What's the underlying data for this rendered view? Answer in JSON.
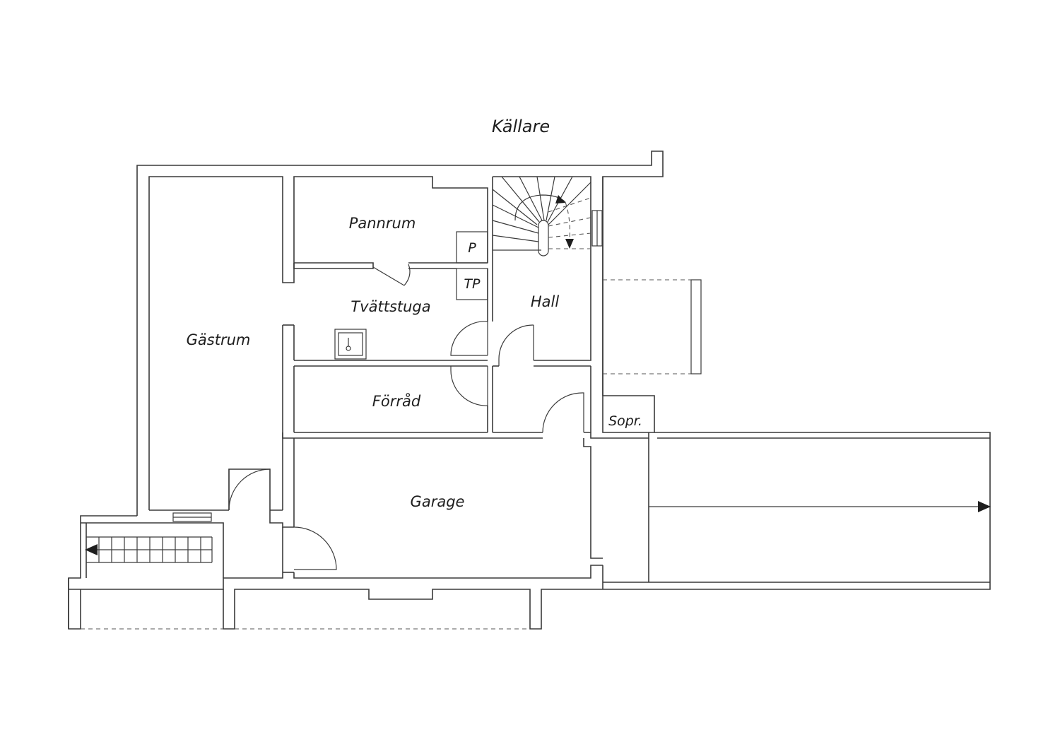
{
  "floor_title": "Källare",
  "rooms": {
    "pannrum": "Pannrum",
    "tvattstuga": "Tvättstuga",
    "hall": "Hall",
    "gastrum": "Gästrum",
    "forrad": "Förråd",
    "garage": "Garage",
    "sopr": "Sopr."
  },
  "fixtures": {
    "p": "P",
    "tp": "TP"
  },
  "colors": {
    "line": "#3a3a3a",
    "text": "#1e1e1e",
    "background": "#ffffff"
  }
}
